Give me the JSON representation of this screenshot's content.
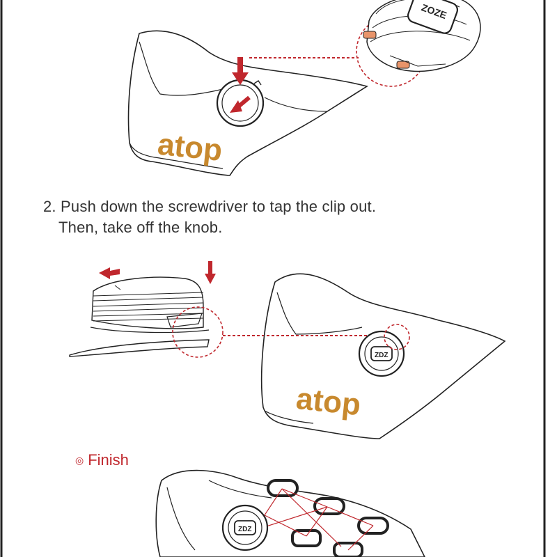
{
  "step2": {
    "line1": "2. Push down the screwdriver to tap the clip out.",
    "line2": "Then, take off the knob."
  },
  "finish": {
    "bullet": "◎",
    "label": "Finish"
  },
  "brand": {
    "logo_text": "atop",
    "knob_text": "ZOZE",
    "knob_text_small": "ZDZ"
  },
  "colors": {
    "accent_red": "#c0272d",
    "brand_gold": "#c8892e",
    "dashed_red": "#c0272d",
    "clip_orange": "#e8946a",
    "outline": "#222222"
  },
  "icons": [
    "arrow-down-icon",
    "arrow-diagonal-icon",
    "arrow-left-icon"
  ]
}
